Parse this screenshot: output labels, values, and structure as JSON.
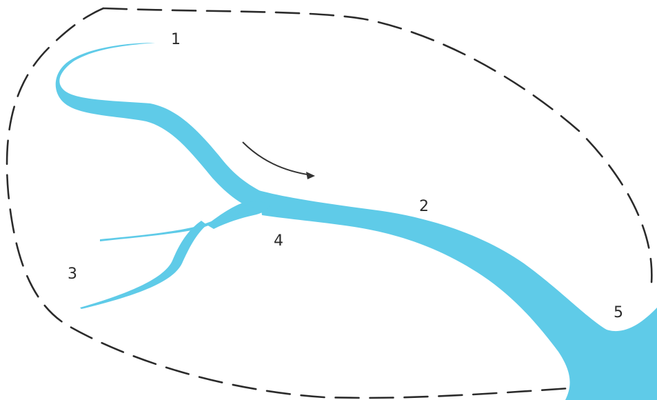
{
  "colors": {
    "river": "#5fcbe8",
    "outline": "#2b2b2b",
    "arrow": "#333333",
    "text": "#2a2a2a",
    "background": "#ffffff"
  },
  "labels": {
    "source": "1",
    "main_channel": "2",
    "tributary": "3",
    "confluence": "4",
    "mouth": "5"
  },
  "icons": {
    "flow_arrow": "curved-arrow-icon"
  }
}
